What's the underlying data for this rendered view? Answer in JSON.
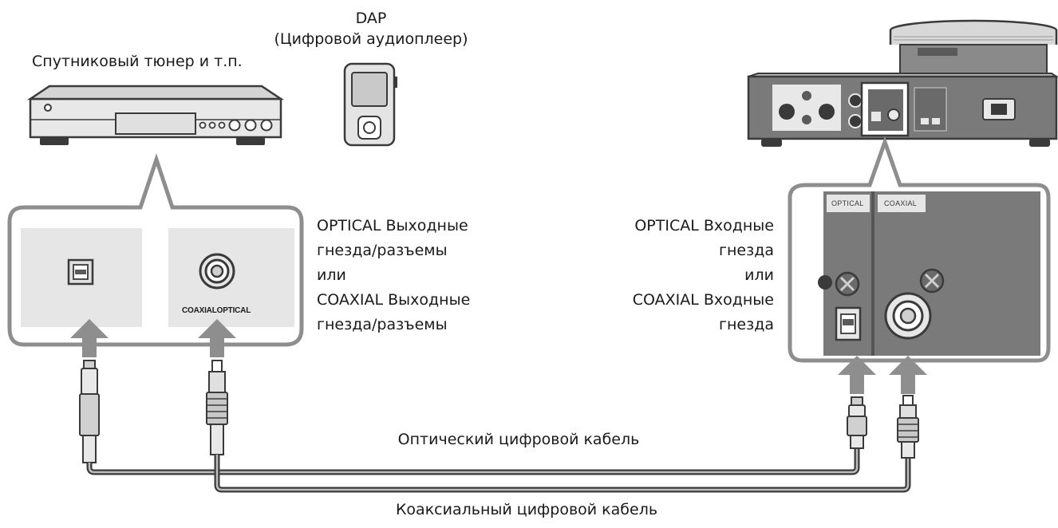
{
  "labels": {
    "dap_line1": "DAP",
    "dap_line2": "(Цифровой аудиоплеер)",
    "tuner": "Спутниковый тюнер и т.п.",
    "out_optical_line1": "OPTICAL Выходные",
    "out_optical_line2": "гнезда/разъемы",
    "out_or": "или",
    "out_coaxial_line1": "COAXIAL Выходные",
    "out_coaxial_line2": "гнезда/разъемы",
    "in_optical_line1": "OPTICAL Входные",
    "in_optical_line2": "гнезда",
    "in_or": "или",
    "in_coaxial_line1": "COAXIAL Входные",
    "in_coaxial_line2": "гнезда",
    "optical_cable": "Оптический цифровой кабель",
    "coaxial_cable": "Коаксиальный цифровой кабель"
  },
  "jack_labels": {
    "source_coaxial": "COAXIAL",
    "source_optical": "OPTICAL",
    "panel_optical": "OPTICAL",
    "panel_coaxial": "COAXIAL"
  },
  "colors": {
    "line": "#3a3a3a",
    "arrow": "#8e8e8e",
    "panel_bg": "#e6e6e6",
    "device_gray": "#cfcfcf",
    "dark_panel": "#7a7a7a"
  }
}
